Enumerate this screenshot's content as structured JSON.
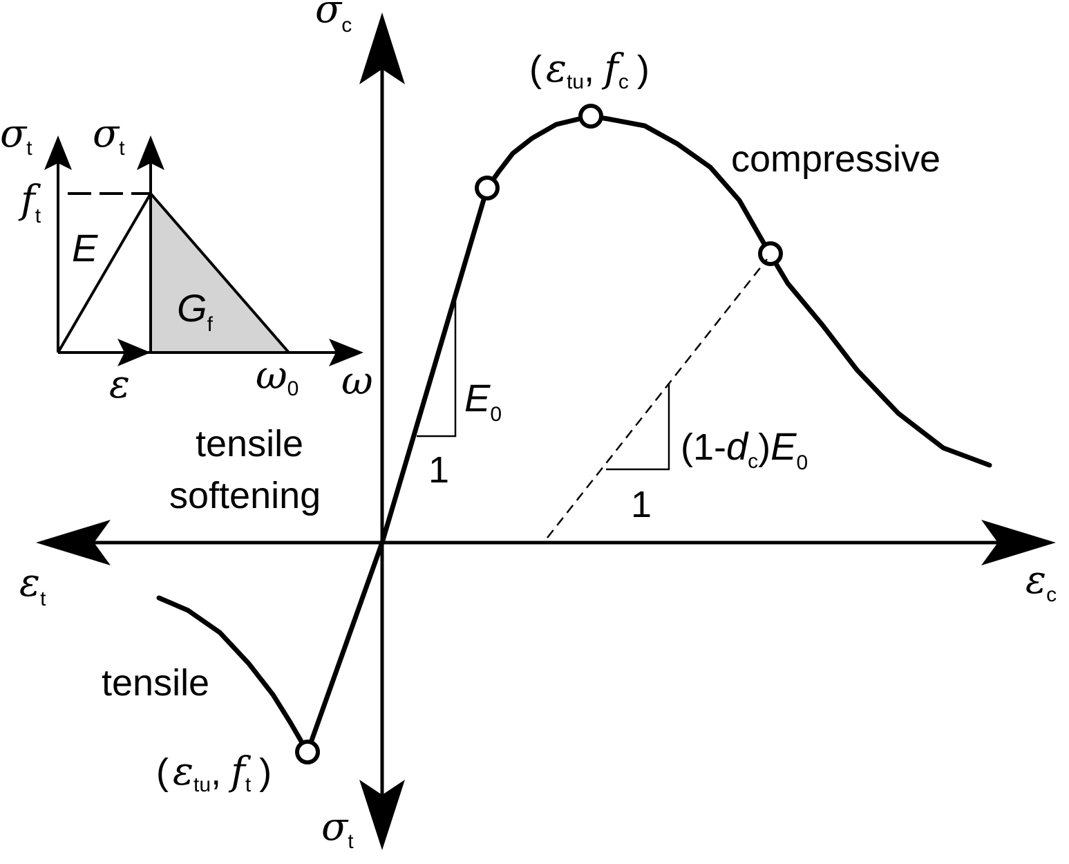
{
  "labels": {
    "sigma_c": "σ",
    "sigma_c_sub": "c",
    "sigma_t_bottom": "σ",
    "sigma_t_bottom_sub": "t",
    "eps_t": "ε",
    "eps_t_sub": "t",
    "eps_c": "ε",
    "eps_c_sub": "c",
    "peak_c_open": "(",
    "peak_c_eps": "ε",
    "peak_c_eps_sub": "tu",
    "peak_c_comma": ",",
    "peak_c_f": "f",
    "peak_c_f_sub": "c",
    "peak_c_close": ")",
    "peak_t_open": "(",
    "peak_t_eps": "ε",
    "peak_t_eps_sub": "tu",
    "peak_t_comma": ",",
    "peak_t_f": "f",
    "peak_t_f_sub": "t",
    "peak_t_close": ")",
    "compressive": "compressive",
    "tensile": "tensile",
    "tensile_softening_line1": "tensile",
    "tensile_softening_line2": "softening",
    "E0": "E",
    "E0_sub": "0",
    "one_left": "1",
    "unload_pre": "(1-",
    "unload_d": "d",
    "unload_d_sub": "c",
    "unload_post": ")",
    "unload_E": "E",
    "unload_E_sub": "0",
    "one_right": "1"
  },
  "inset": {
    "sigma_t_a": "σ",
    "sigma_t_a_sub": "t",
    "sigma_t_b": "σ",
    "sigma_t_b_sub": "t",
    "ft": "f",
    "ft_sub": "t",
    "E": "E",
    "Gf": "G",
    "Gf_sub": "f",
    "eps": "ε",
    "omega0": "ω",
    "omega0_sub": "0",
    "omega": "ω"
  },
  "colors": {
    "line": "#000000",
    "fracture_energy_fill": "#d4d4d4",
    "background": "#ffffff"
  }
}
